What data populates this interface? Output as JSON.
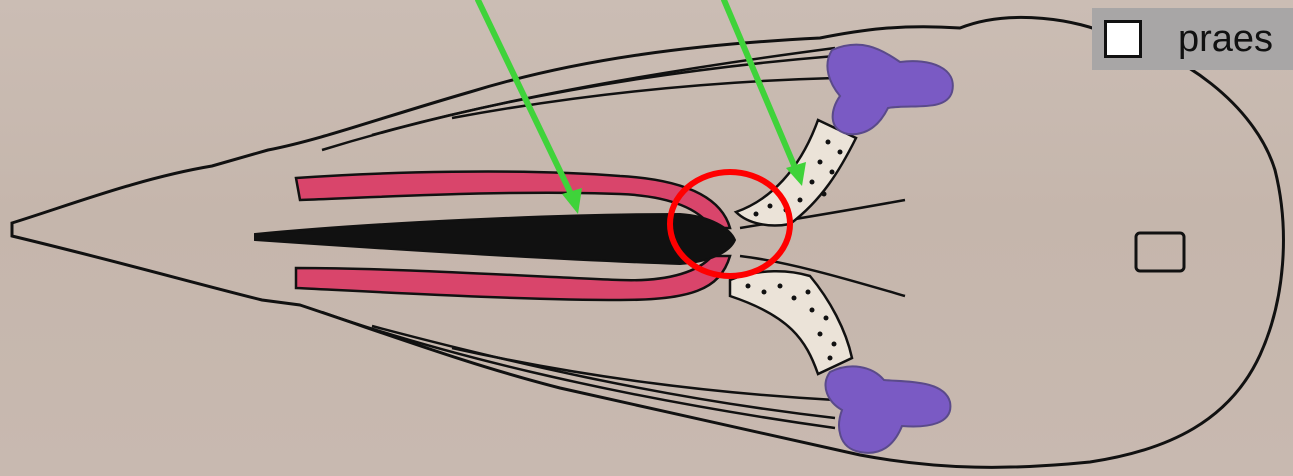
{
  "legend": {
    "label": "praes"
  },
  "colors": {
    "background": "#c7b8ae",
    "outline": "#111111",
    "magenta_structure": "#d9456b",
    "black_structure": "#111111",
    "purple_structure": "#7a5ac4",
    "dotted_structure": "#ebe3d8",
    "arrow": "#3fd33a",
    "highlight_circle": "#ff0000"
  },
  "icons": {
    "legend_swatch": "white-square",
    "arrows": "green-arrow",
    "highlight": "red-circle"
  }
}
